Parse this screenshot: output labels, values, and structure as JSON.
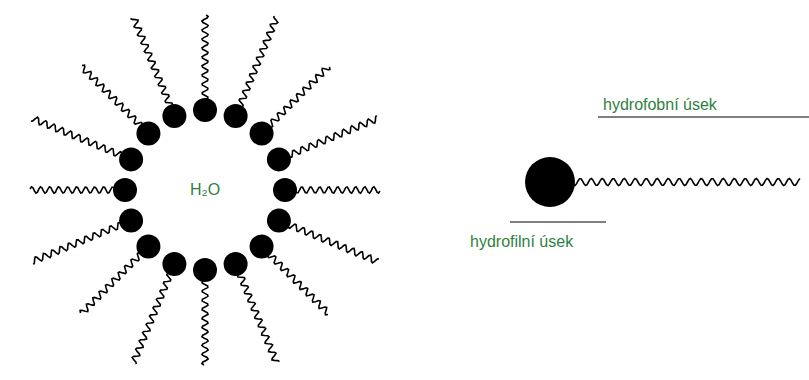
{
  "diagram": {
    "labels": [
      "H₂O",
      "hydrofobní úsek",
      "hydrofilní úsek"
    ]
  }
}
